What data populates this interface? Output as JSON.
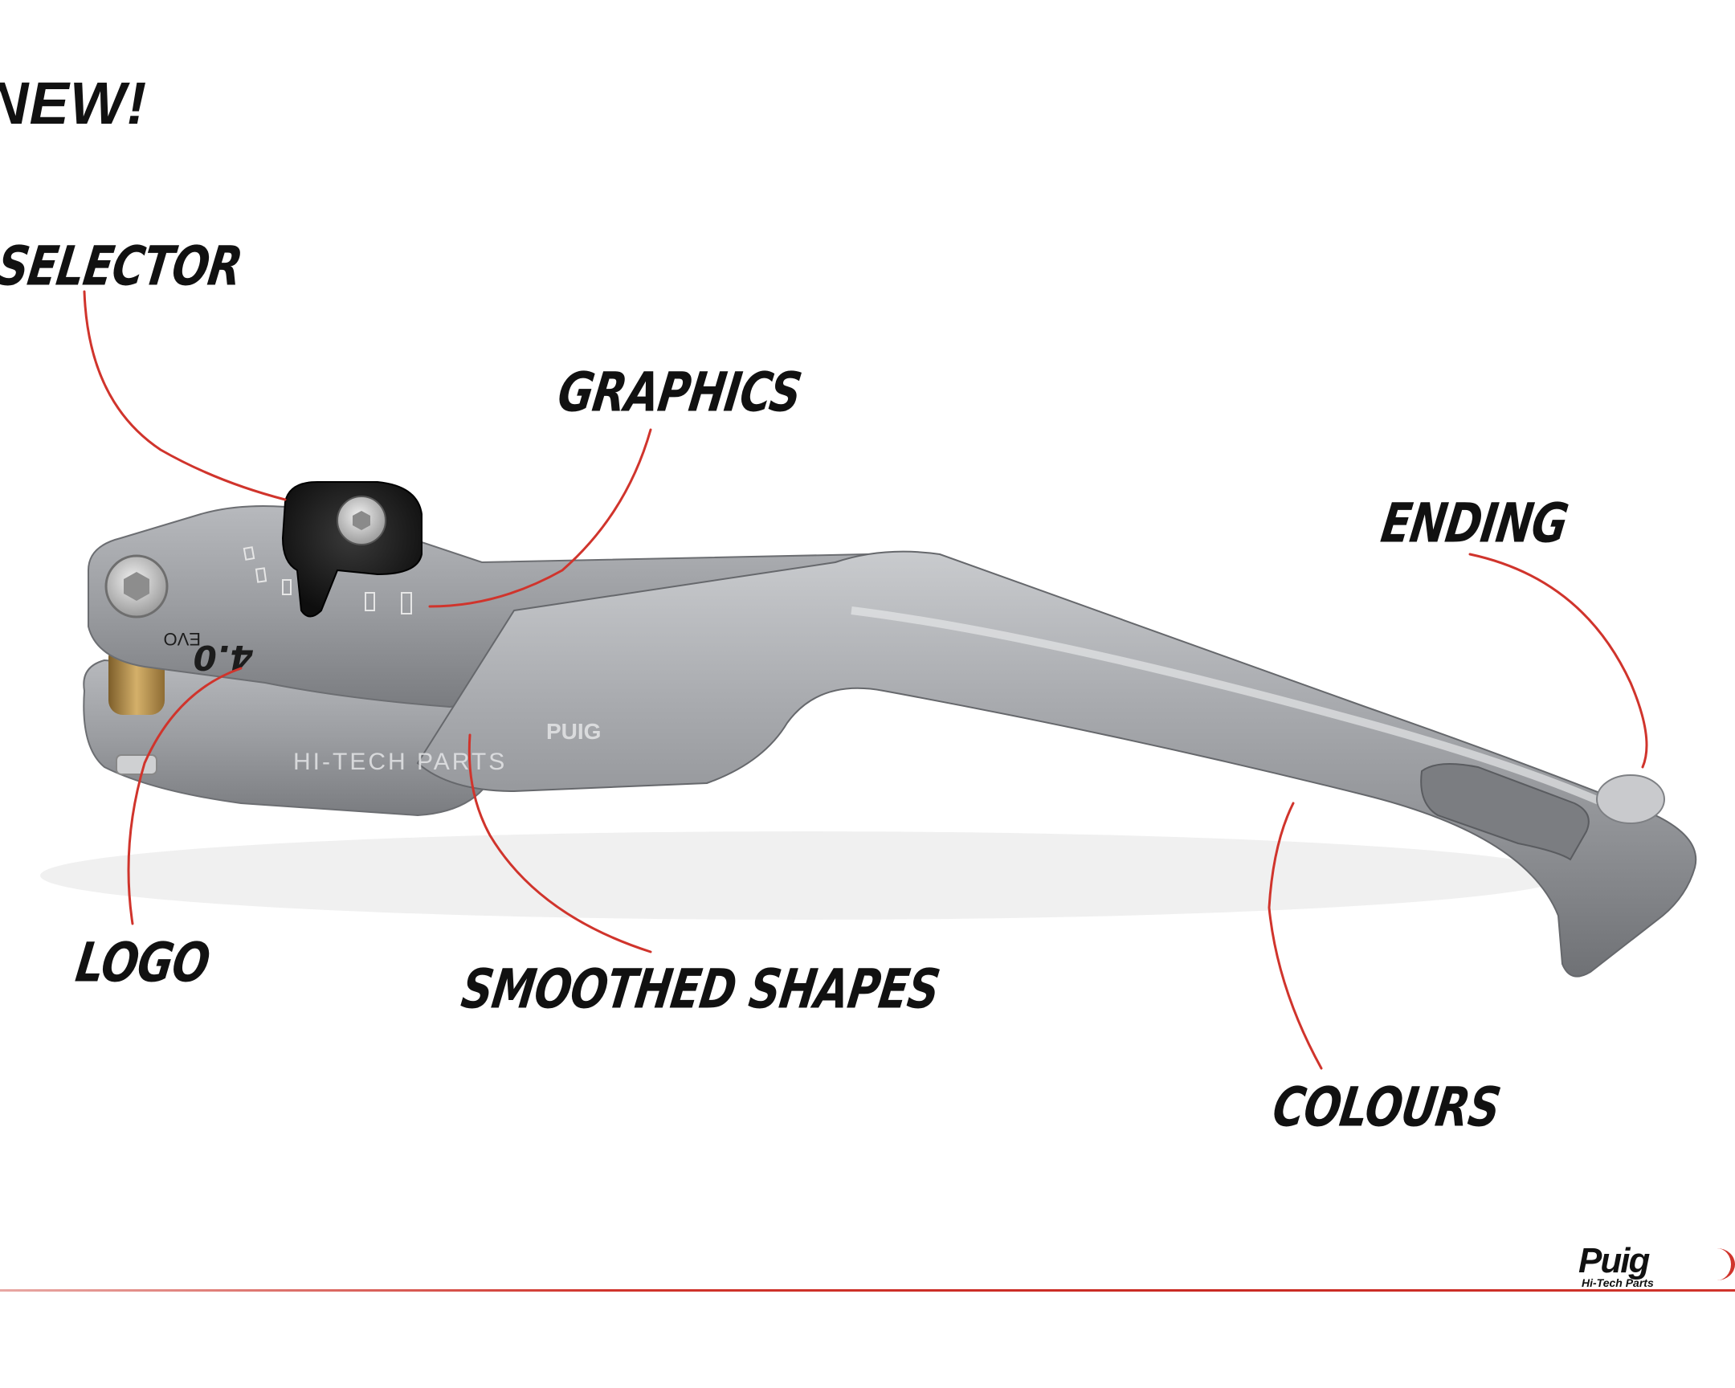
{
  "headline": "NEW!",
  "callouts": {
    "selector": "SELECTOR",
    "graphics": "GRAPHICS",
    "ending": "ENDING",
    "logo": "LOGO",
    "smoothed_shapes": "SMOOTHED SHAPES",
    "colours": "COLOURS"
  },
  "lever": {
    "engraving_model": "4.0",
    "engraving_series": "EVO",
    "engraving_line": "HI-TECH PARTS",
    "engraving_brand": "PUIG"
  },
  "brand": {
    "name": "Puig",
    "tagline": "Hi-Tech Parts"
  },
  "colors": {
    "accent_red": "#d0342c",
    "text": "#111111",
    "lever_silver": "#9a9ca0",
    "knob_black": "#1a1a1a",
    "bushing_brass": "#b8904a"
  }
}
